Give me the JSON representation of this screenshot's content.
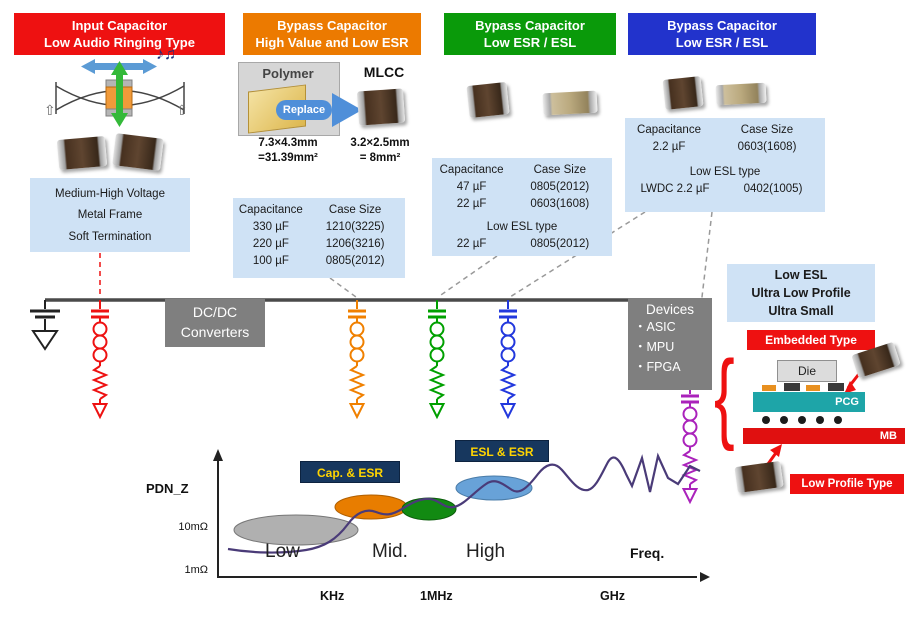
{
  "colors": {
    "red": "#ee1111",
    "orange": "#ec7a00",
    "green": "#0a9a0a",
    "blue": "#2233cc",
    "light_blue_panel": "#cfe2f5",
    "gray_box": "#7f7f7f",
    "navy": "#17375e",
    "annotation_yellow": "#ffd400",
    "curve_purple": "#4a3b78",
    "branch_magenta": "#aa22bb"
  },
  "icons": {
    "music_notes": "♪♫",
    "up_arrow": "⇧",
    "brace": "{"
  },
  "headers": {
    "input": {
      "line1": "Input Capacitor",
      "line2": "Low Audio Ringing Type"
    },
    "bypass_high_value": {
      "line1": "Bypass Capacitor",
      "line2": "High Value and Low ESR"
    },
    "bypass_low_esr_1": {
      "line1": "Bypass Capacitor",
      "line2": "Low ESR / ESL"
    },
    "bypass_low_esr_2": {
      "line1": "Bypass Capacitor",
      "line2": "Low ESR / ESL"
    }
  },
  "input_cap": {
    "features": [
      "Medium-High Voltage",
      "Metal Frame",
      "Soft Termination"
    ]
  },
  "replace_graphic": {
    "polymer_label": "Polymer",
    "replace_label": "Replace",
    "mlcc_label": "MLCC",
    "polymer_size": "7.3×4.3mm",
    "polymer_area": "=31.39mm²",
    "mlcc_size": "3.2×2.5mm",
    "mlcc_area": "= 8mm²"
  },
  "tables": {
    "orange": {
      "col1": "Capacitance",
      "col2": "Case Size",
      "rows": [
        [
          "330 µF",
          "1210(3225)"
        ],
        [
          "220 µF",
          "1206(3216)"
        ],
        [
          "100 µF",
          "0805(2012)"
        ]
      ]
    },
    "green": {
      "col1": "Capacitance",
      "col2": "Case Size",
      "rows": [
        [
          "47 µF",
          "0805(2012)"
        ],
        [
          "22 µF",
          "0603(1608)"
        ]
      ],
      "low_esl_label": "Low ESL type",
      "low_esl_row": [
        "22 µF",
        "0805(2012)"
      ]
    },
    "blue": {
      "col1": "Capacitance",
      "col2": "Case Size",
      "rows": [
        [
          "2.2 µF",
          "0603(1608)"
        ]
      ],
      "low_esl_label": "Low ESL type",
      "low_esl_row": [
        "LWDC 2.2 µF",
        "0402(1005)"
      ]
    }
  },
  "right_panel": {
    "features": [
      "Low ESL",
      "Ultra Low Profile",
      "Ultra Small"
    ],
    "embedded_label": "Embedded Type",
    "die_label": "Die",
    "pcg_label": "PCG",
    "mb_label": "MB",
    "low_profile_label": "Low Profile Type"
  },
  "circuit": {
    "dcdc_line1": "DC/DC",
    "dcdc_line2": "Converters",
    "devices_title": "Devices",
    "device_items": [
      "・ASIC",
      "・MPU",
      "・FPGA"
    ]
  },
  "plot": {
    "ylabel": "PDN_Z",
    "y_tick_10m": "10mΩ",
    "y_tick_1m": "1mΩ",
    "x_tick_khz": "KHz",
    "x_tick_1mhz": "1MHz",
    "x_tick_ghz": "GHz",
    "region_low": "Low",
    "region_mid": "Mid.",
    "region_high": "High",
    "xlabel": "Freq.",
    "annotation_cap_esr": "Cap. & ESR",
    "annotation_esl_esr": "ESL & ESR"
  },
  "chart_data": {
    "type": "line",
    "title": "PDN impedance (PDN_Z) vs frequency",
    "xlabel": "Freq.",
    "ylabel": "PDN_Z",
    "x_ticks": [
      "KHz",
      "1MHz",
      "GHz"
    ],
    "y_ticks": [
      "10mΩ",
      "1mΩ"
    ],
    "region_labels": [
      "Low",
      "Mid.",
      "High"
    ],
    "annotations": [
      "Cap. & ESR",
      "ESL & ESR"
    ],
    "ellipse_colors": [
      "gray",
      "orange",
      "green",
      "blue"
    ],
    "y_range_labels": [
      "1mΩ",
      "10mΩ"
    ]
  }
}
